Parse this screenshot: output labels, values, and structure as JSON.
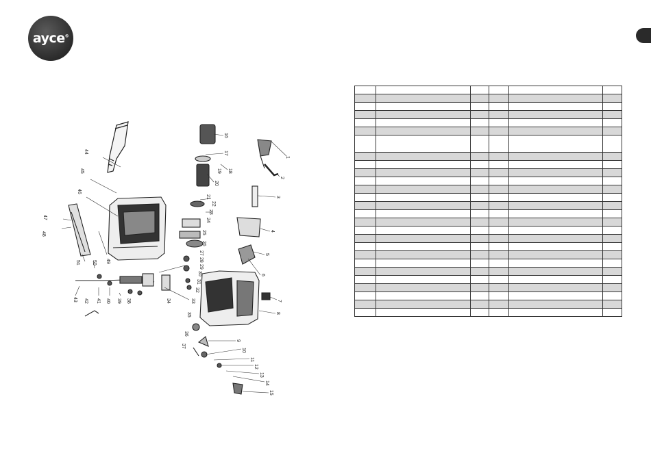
{
  "brand": {
    "logo_text": "ayce",
    "trademark": "®"
  },
  "diagram": {
    "callouts": [
      "1",
      "2",
      "3",
      "4",
      "5",
      "6",
      "7",
      "8",
      "9",
      "10",
      "11",
      "12",
      "13",
      "14",
      "15",
      "16",
      "17",
      "18",
      "19",
      "20",
      "21",
      "22",
      "23",
      "24",
      "25",
      "26",
      "27",
      "28",
      "29",
      "30",
      "31",
      "32",
      "33",
      "34",
      "35",
      "36",
      "37",
      "38",
      "39",
      "40",
      "41",
      "42",
      "43",
      "44",
      "45",
      "46",
      "47",
      "48",
      "49",
      "50",
      "51"
    ]
  },
  "parts_table": {
    "row_count": 27,
    "tall_row_index": 6
  }
}
